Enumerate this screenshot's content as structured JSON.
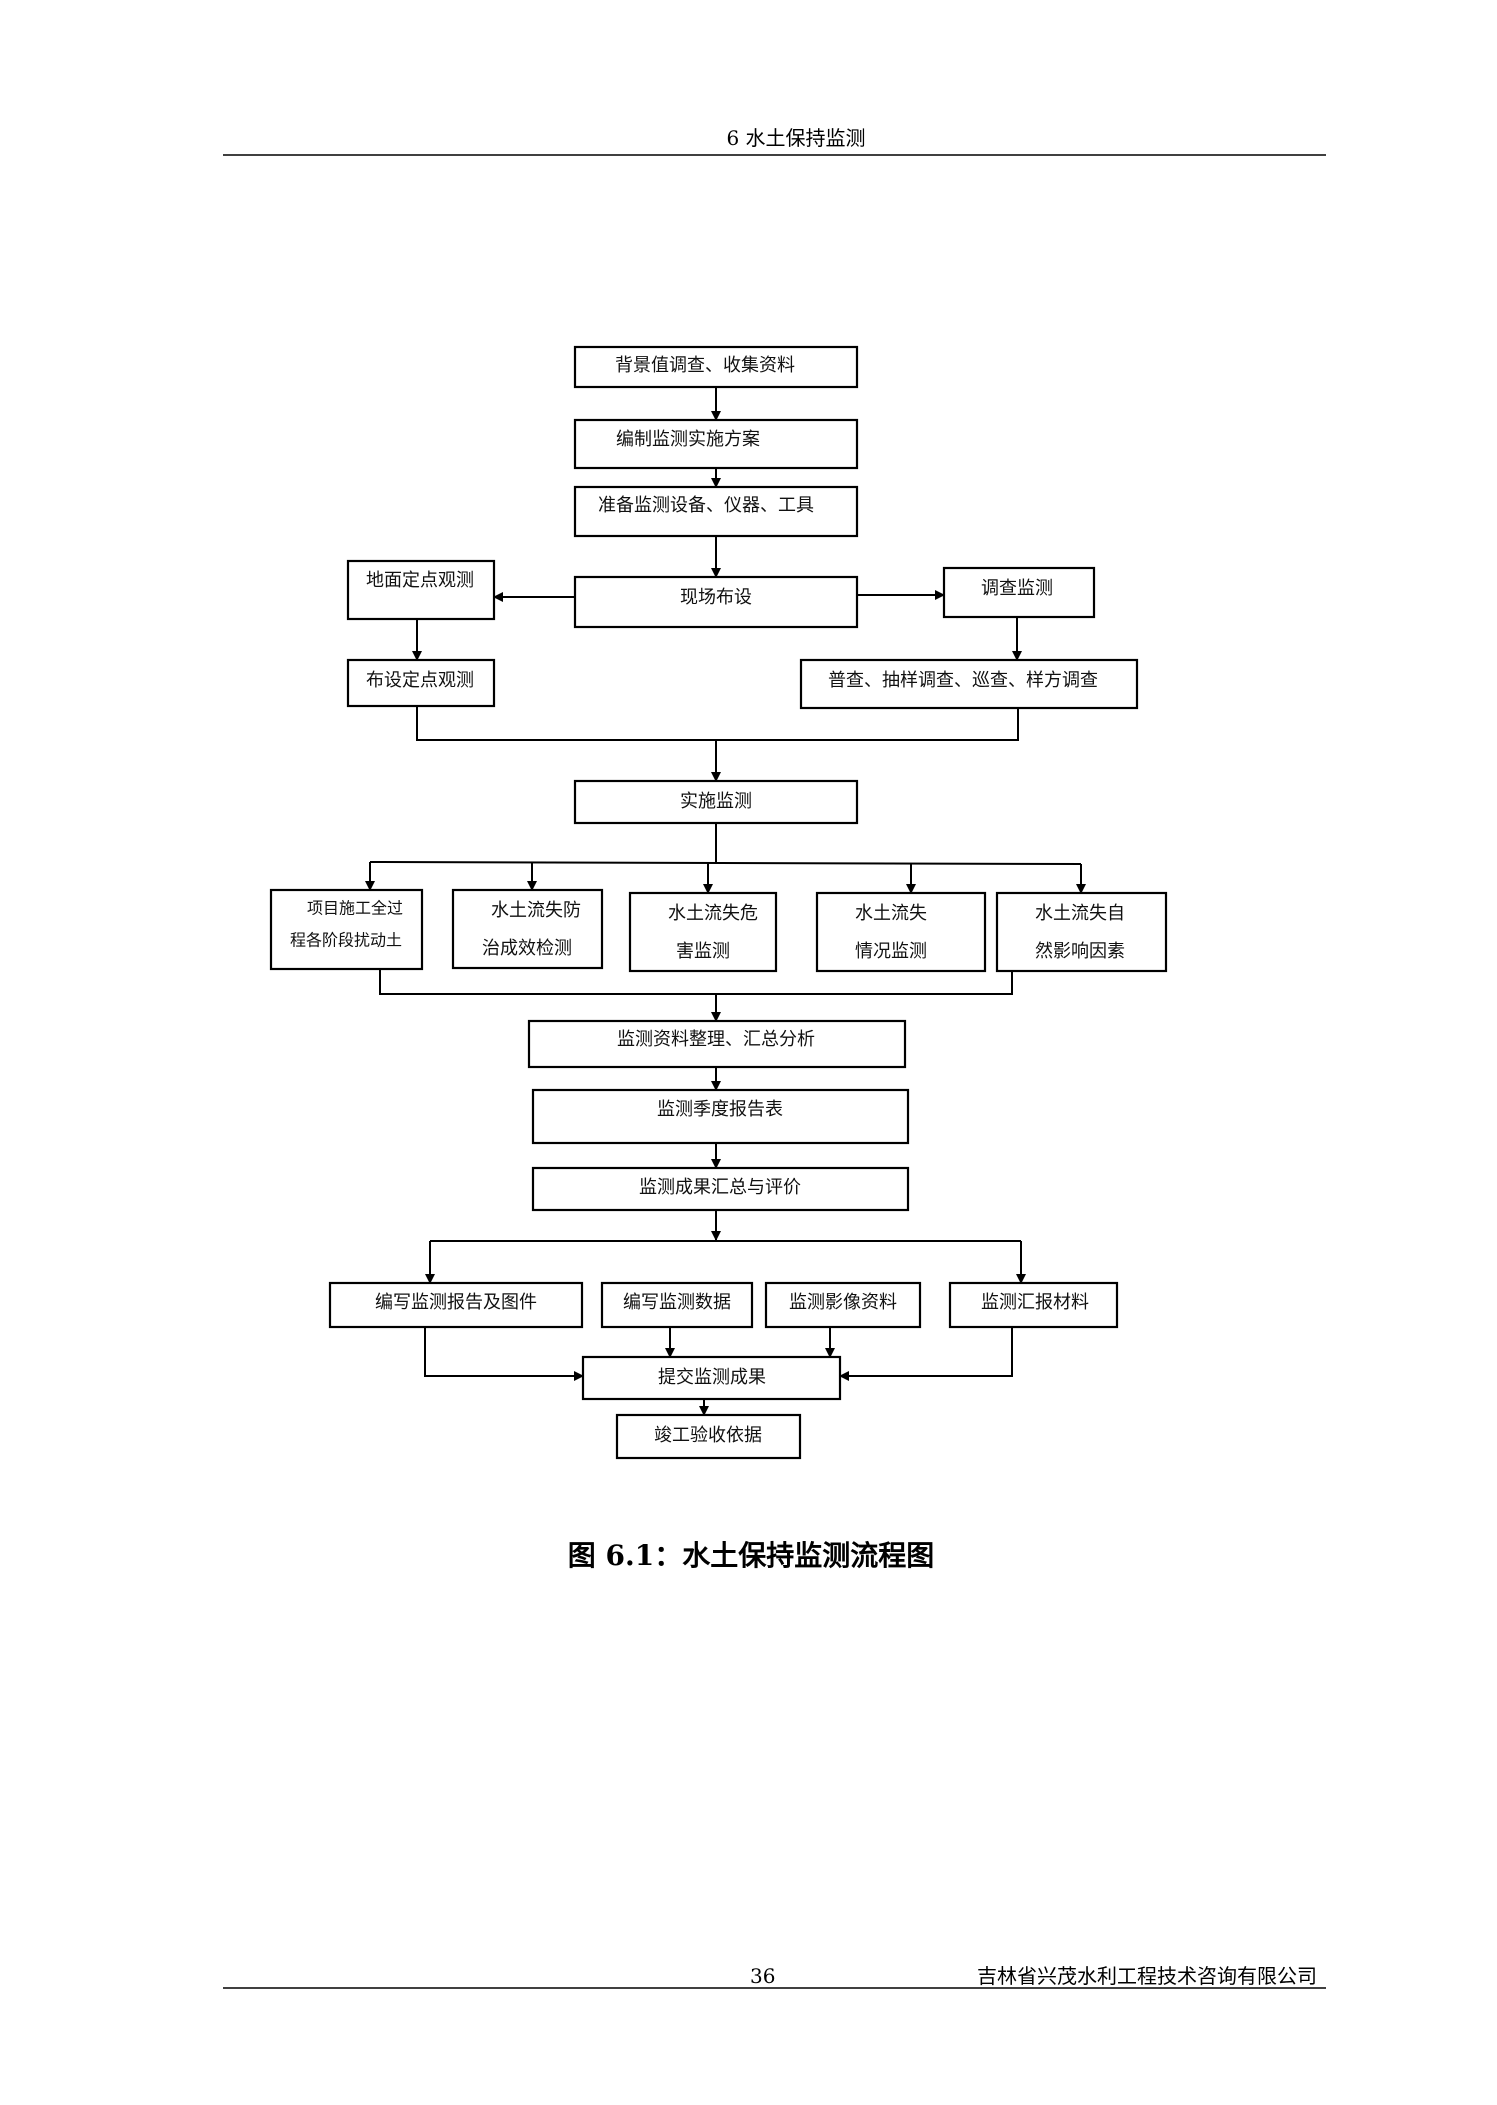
{
  "header": {
    "title": "6  水土保持监测"
  },
  "flowchart": {
    "background_survey": "背景值调查、收集资料",
    "compile_plan": "编制监测实施方案",
    "prepare_equipment": "准备监测设备、仪器、工具",
    "site_layout": "现场布设",
    "ground_fixed_observation": "地面定点观测",
    "survey_monitoring": "调查监测",
    "setup_fixed_points": "布设定点观测",
    "survey_methods": "普查、抽样调查、巡查、样方调查",
    "implement_monitoring": "实施监测",
    "items": [
      {
        "line1": "项目施工全过",
        "line2": "程各阶段扰动土"
      },
      {
        "line1": "水土流失防",
        "line2": "治成效检测"
      },
      {
        "line1": "水土流失危",
        "line2": "害监测"
      },
      {
        "line1": "水土流失",
        "line2": "情况监测"
      },
      {
        "line1": "水土流失自",
        "line2": "然影响因素"
      }
    ],
    "data_analysis": "监测资料整理、汇总分析",
    "quarterly_report": "监测季度报告表",
    "results_evaluation": "监测成果汇总与评价",
    "write_report": "编写监测报告及图件",
    "write_data": "编写监测数据",
    "image_materials": "监测影像资料",
    "report_materials": "监测汇报材料",
    "submit_results": "提交监测成果",
    "acceptance_basis": "竣工验收依据"
  },
  "caption": "图 6.1：水土保持监测流程图",
  "footer": {
    "page_number": "36",
    "company": "吉林省兴茂水利工程技术咨询有限公司"
  }
}
